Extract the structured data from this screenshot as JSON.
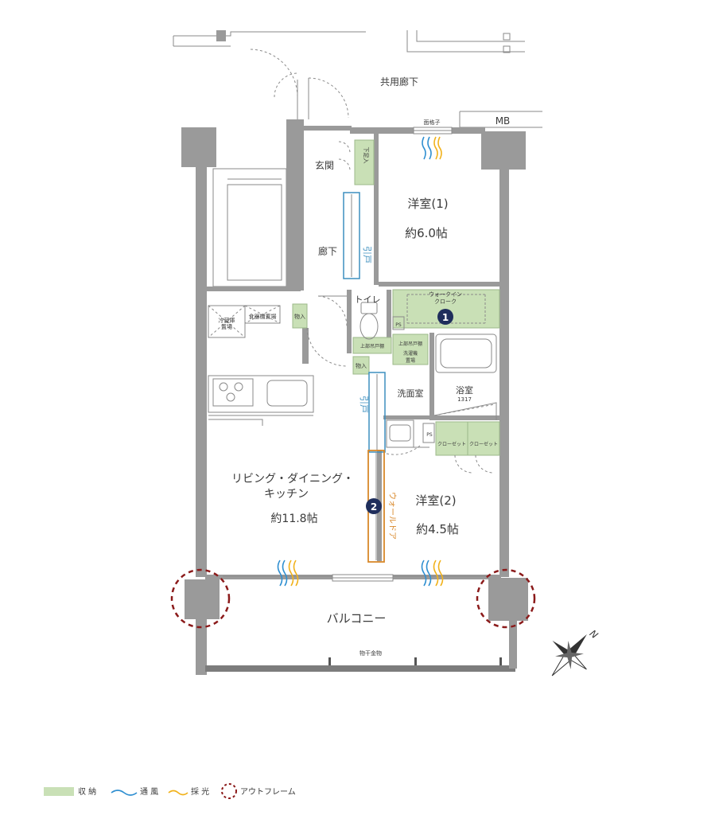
{
  "rooms": {
    "common_corridor": "共用廊下",
    "mb": "MB",
    "lattice_window": "面格子",
    "entrance": "玄関",
    "shoe_storage": "下足入",
    "western_room_1": "洋室(1)",
    "western_room_1_size": "約6.0帖",
    "hallway": "廊下",
    "sliding_door_1": "引戸",
    "toilet": "トイレ",
    "walk_in_closet_l1": "ウォークイン",
    "walk_in_closet_l2": "クローク",
    "ps_1": "PS",
    "storage_1": "物入",
    "upper_cabinet_1": "上部吊戸棚",
    "upper_cabinet_2": "上部吊戸棚",
    "washer_space_l1": "洗濯機",
    "washer_space_l2": "置場",
    "storage_2": "物入",
    "dishwasher": "食器棚置場",
    "refrigerator_l1": "冷蔵庫",
    "refrigerator_l2": "置場",
    "washroom": "洗面室",
    "bathroom": "浴室",
    "bathroom_size": "1317",
    "sliding_door_2": "引戸",
    "ps_2": "PS",
    "closet_1": "クローゼット",
    "closet_2": "クローゼット",
    "ldk_l1": "リビング・ダイニング・",
    "ldk_l2": "キッチン",
    "ldk_size": "約11.8帖",
    "western_room_2": "洋室(2)",
    "western_room_2_size": "約4.5帖",
    "wall_door": "ウォールドア",
    "balcony": "バルコニー",
    "laundry_hanger": "物干金物"
  },
  "badges": {
    "one": "1",
    "two": "2"
  },
  "compass": {
    "north": "N"
  },
  "legend": {
    "storage": "収 納",
    "ventilation": "通 風",
    "daylight": "採 光",
    "outframe": "アウトフレーム"
  },
  "colors": {
    "storage": "#c9e0b6",
    "ventilation": "#2f8fd1",
    "daylight": "#f1b21b",
    "outframe": "#8b1a1a",
    "badge": "#1f2e5c",
    "wall": "#9a9a9a"
  }
}
